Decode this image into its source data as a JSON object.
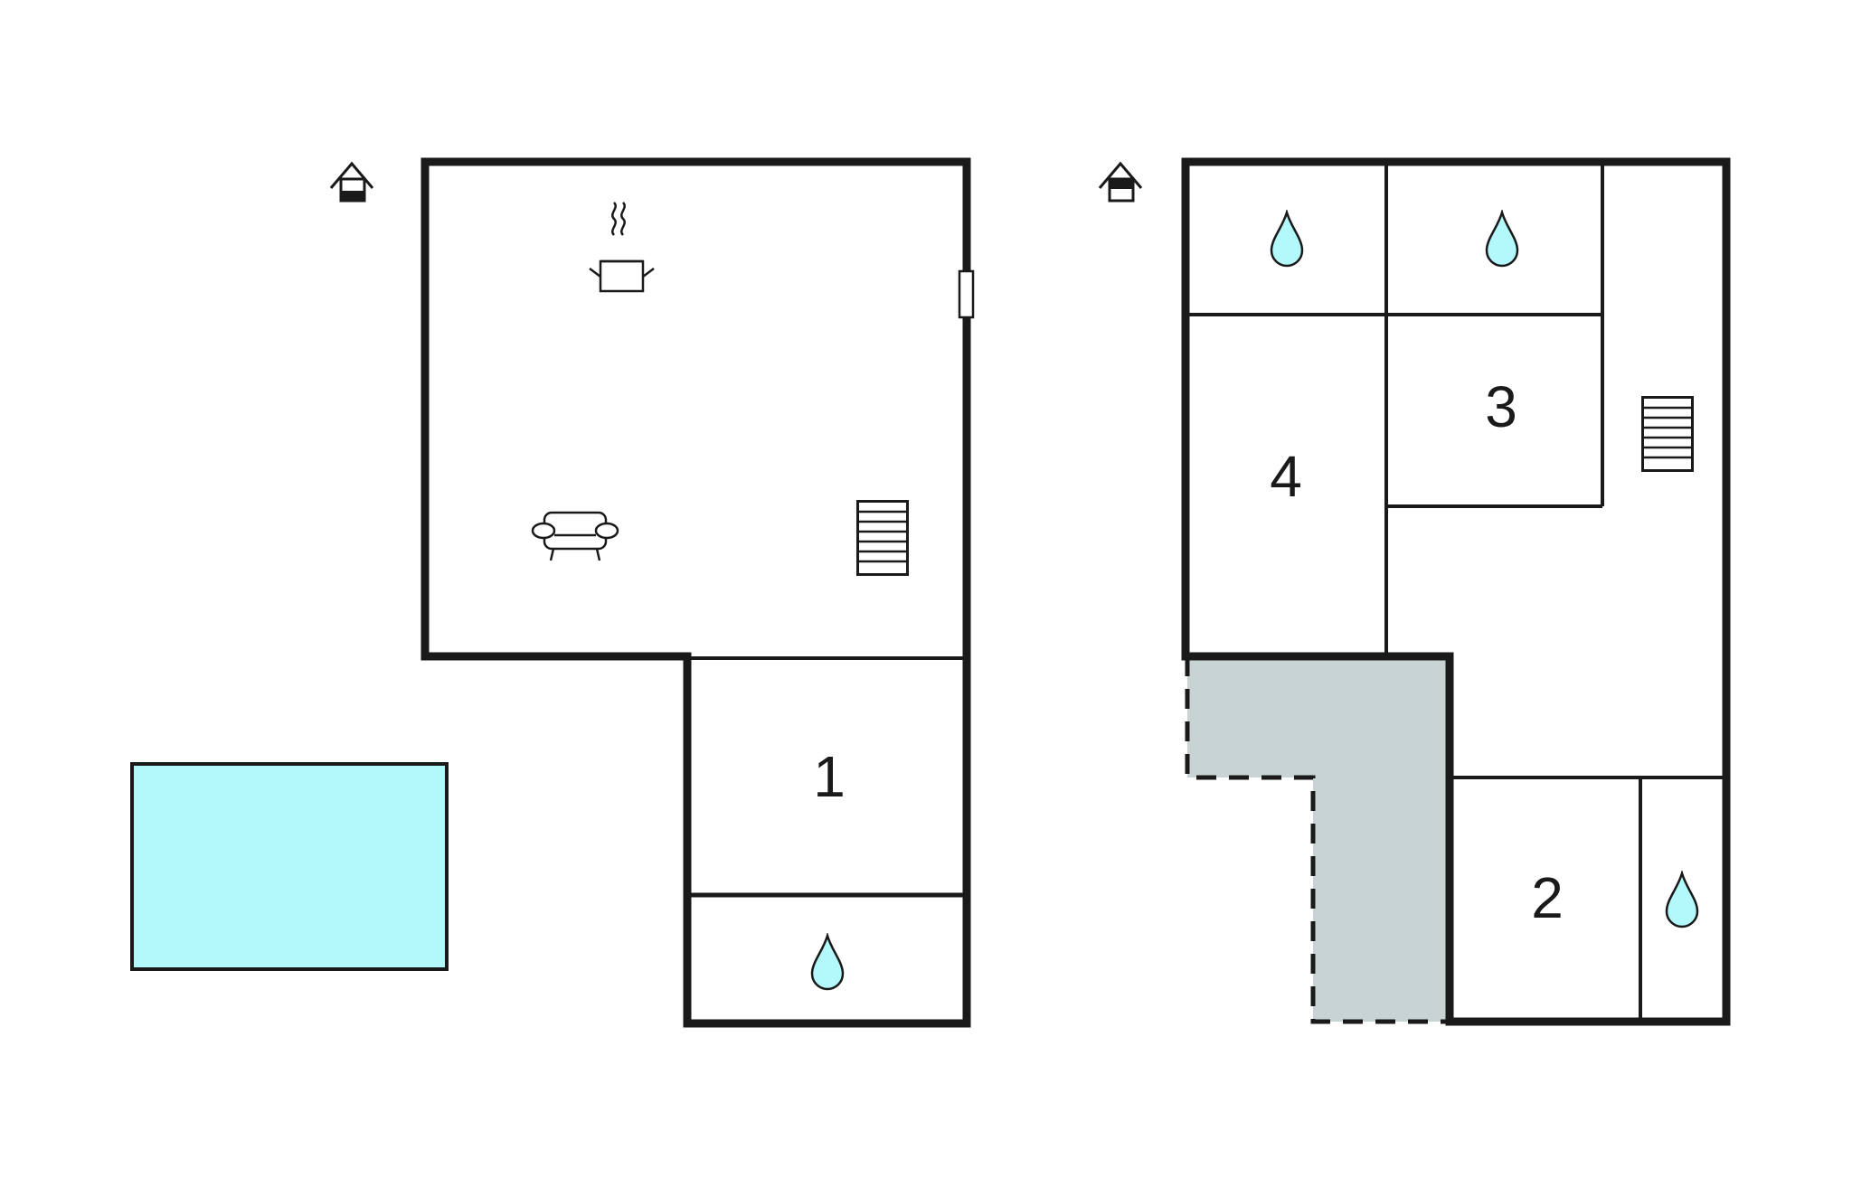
{
  "floors": [
    {
      "name": "ground-floor",
      "level_icon": "house-ground-floor-icon",
      "room_numbers": [
        "1"
      ],
      "icons": [
        "kitchen-pot-icon",
        "sofa-icon",
        "stairs-icon",
        "door-icon",
        "water-drop-icon"
      ],
      "pool_color": "#b3f8fb"
    },
    {
      "name": "upper-floor",
      "level_icon": "house-upper-floor-icon",
      "room_numbers": [
        "2",
        "3",
        "4"
      ],
      "icons": [
        "water-drop-icon",
        "water-drop-icon",
        "water-drop-icon",
        "stairs-icon"
      ],
      "terrace_color": "#c8d4d4"
    }
  ],
  "colors": {
    "wall": "#1a1a1a",
    "water_drop": "#b3f8fb",
    "pool": "#b3f8fb",
    "terrace": "#c8d4d4"
  }
}
